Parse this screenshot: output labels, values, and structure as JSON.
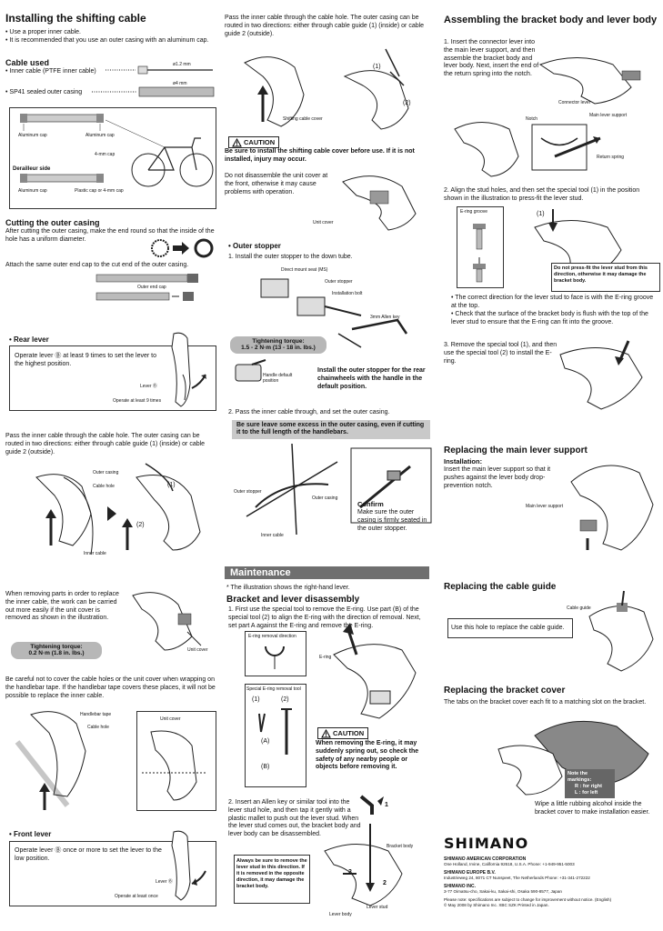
{
  "col1": {
    "title": "Installing the shifting cable",
    "bullet1": "• Use a proper inner cable.",
    "bullet2": "• It is recommended that you use an outer casing with an aluminum cap.",
    "cable_used": "Cable used",
    "inner_cable": "• Inner cable (PTFE inner cable)",
    "inner_dim": "ø1.2 mm",
    "sp41": "• SP41 sealed outer casing",
    "sp41_dim": "ø4 mm",
    "alum_cap1": "Aluminum cap",
    "alum_cap2": "Aluminum cap",
    "mm4_cap": "4-mm cap",
    "derailleur_side": "Derailleur side",
    "alum_cap3": "Aluminum cap",
    "plastic_cap": "Plastic cap or 4-mm cap",
    "cutting_title": "Cutting the outer casing",
    "cutting_text": "After cutting the outer casing, make the end round so that the inside of the hole has a uniform diameter.",
    "attach_text": "Attach the same outer end cap to the cut end of the outer casing.",
    "outer_end_cap": "Outer end cap",
    "rear_lever": "• Rear lever",
    "rear_text": "Operate lever Ⓑ at least 9 times to set the lever to the highest position.",
    "lever_b": "Lever Ⓑ",
    "op9": "Operate at least 9 times",
    "pass_text": "Pass the inner cable through the cable hole. The outer casing can be routed in two directions: either through cable guide (1) (inside) or cable guide 2 (outside).",
    "outer_casing": "Outer casing",
    "cable_hole": "Cable hole",
    "inner_cable_lbl": "Inner cable",
    "n1": "(1)",
    "n2": "(2)",
    "removing_text": "When removing parts in order to replace the inner cable, the work can be carried out more easily if the unit cover is removed as shown in the illustration.",
    "torque1": "Tightening torque:",
    "torque1b": "0.2 N·m (1.8 in. lbs.)",
    "unit_cover": "Unit cover",
    "careful_text": "Be careful not to cover the cable holes or the unit cover when wrapping on the handlebar tape. If the handlebar tape covers these places, it will not be possible to replace the inner cable.",
    "handlebar_tape": "Handlebar tape",
    "cable_hole2": "Cable hole",
    "unit_cover2": "Unit cover",
    "front_lever": "• Front lever",
    "front_text": "Operate lever Ⓑ once or more to set the lever to the low position.",
    "lever_b2": "Lever Ⓑ",
    "op_once": "Operate at least once"
  },
  "col2": {
    "pass_text": "Pass the inner cable through the cable hole. The outer casing can be routed in two directions: either through cable guide (1) (inside) or cable guide 2 (outside).",
    "n1": "(1)",
    "n2": "(2)",
    "shifting_cover": "Shifting cable cover",
    "caution": "CAUTION",
    "caution_text": "Be sure to install the shifting cable cover before use. If it is not installed, injury may occur.",
    "disassemble_text": "Do not disassemble the unit cover at the front, otherwise it may cause problems with operation.",
    "unit_cover": "Unit cover",
    "outer_stopper": "• Outer stopper",
    "step1": "1. Install the outer stopper to the down tube.",
    "direct_mount": "Direct mount seat (MS)",
    "outer_stopper_lbl": "Outer stopper",
    "install_bolt": "Installation bolt",
    "allen": "3mm Allen key",
    "torque": "Tightening torque:",
    "torque_b": "1.5 - 2 N·m (13 - 18 in. lbs.)",
    "handle_default": "Handle default position",
    "install_note": "Install the outer stopper for the rear chainwheels with the handle in the default position.",
    "step2": "2. Pass the inner cable through, and set the outer casing.",
    "grey_note": "Be sure leave some excess in the outer casing, even if cutting it to the full length of the handlebars.",
    "outer_stopper2": "Outer stopper",
    "outer_casing": "Outer casing",
    "inner_cable": "Inner cable",
    "confirm": "Confirm",
    "confirm_text": "Make sure the outer casing is firmly seated in the outer stopper.",
    "maintenance": "Maintenance",
    "maint_note": "* The illustration shows the right-hand lever.",
    "bracket_title": "Bracket and lever disassembly",
    "bracket_step1": "1. First use the special tool to remove the E-ring. Use part (B) of the special tool (2) to align the E-ring with the direction of removal. Next, set part A against the E-ring and remove the E-ring.",
    "ering_dir": "E-ring removal direction",
    "ering": "E-ring",
    "special_tool": "Special E-ring removal tool",
    "t1": "(1)",
    "t2": "(2)",
    "tA": "(A)",
    "tB": "(B)",
    "caution2": "CAUTION",
    "caution2_text": "When removing the E-ring, it may suddenly spring out, so check the safety of any nearby people or objects before removing it.",
    "bracket_step2": "2. Insert an Allen key or similar tool into the lever stud hole, and then tap it gently with a plastic mallet to push out the lever stud. When the lever stud comes out, the bracket body and lever body can be disassembled.",
    "always_text": "Always be sure to remove the lever stud in this direction. If it is removed in the opposite direction, it may damage the bracket body.",
    "bracket_body": "Bracket body",
    "lever_body": "Lever body",
    "lever_stud": "Lever stud",
    "a1": "1",
    "a2": "2",
    "a3": "3"
  },
  "col3": {
    "assemble_title": "Assembling the bracket body and lever body",
    "assemble_step1": "1. Insert the connector lever into the main lever support, and then assemble the bracket body and lever body. Next, insert the end of the return spring into the notch.",
    "connector_lever": "Connector lever",
    "main_lever_support": "Main lever support",
    "notch": "Notch",
    "return_spring": "Return spring",
    "assemble_step2": "2. Align the stud holes, and then set the special tool (1) in the position shown in the illustration to press-fit the lever stud.",
    "ering_groove": "E-ring groove",
    "n1": "(1)",
    "do_not_press": "Do not press-fit the lever stud from this direction, otherwise it may damage the bracket body.",
    "correct_dir": "• The correct direction for the lever stud to face is with the E-ring groove at the top.",
    "check_surface": "• Check that the surface of the bracket body is flush with the top of the lever stud to ensure that the E-ring can fit into the groove.",
    "assemble_step3": "3. Remove the special tool (1), and then use the special tool (2) to install the E-ring.",
    "replace_support_title": "Replacing the main lever support",
    "installation": "Installation:",
    "install_text": "Insert the main lever support so that it pushes against the lever body drop-prevention notch.",
    "main_lever_support2": "Main lever support",
    "replace_guide_title": "Replacing the cable guide",
    "cable_guide": "Cable guide",
    "guide_box": "Use this hole to replace the cable guide.",
    "replace_cover_title": "Replacing the bracket cover",
    "cover_text": "The tabs on the bracket cover each fit to a matching slot on the bracket.",
    "markings": "Note the markings:",
    "mark_r": "R : for right",
    "mark_l": "L : for left",
    "wipe_text": "Wipe a little rubbing alcohol inside the bracket cover to make installation easier.",
    "logo": "SHIMANO",
    "corp1": "SHIMANO AMERICAN CORPORATION",
    "corp1_addr": "One Holland, Irvine, California 92618, U.S.A.  Phone: +1-949-951-5003",
    "corp2": "SHIMANO EUROPE B.V.",
    "corp2_addr": "Industrieweg 24, 8071 CT Nunspeet, The Netherlands  Phone: +31-341-272222",
    "corp3": "SHIMANO INC.",
    "corp3_addr": "3-77 Oimatsu-cho, Sakai-ku, Sakai-shi, Osaka 590-8577, Japan",
    "footer_note": "Please note: specifications are subject to change for improvement without notice. (English)",
    "copyright": "© May 2008 by Shimano Inc.  XBC SZK  Printed in Japan."
  }
}
